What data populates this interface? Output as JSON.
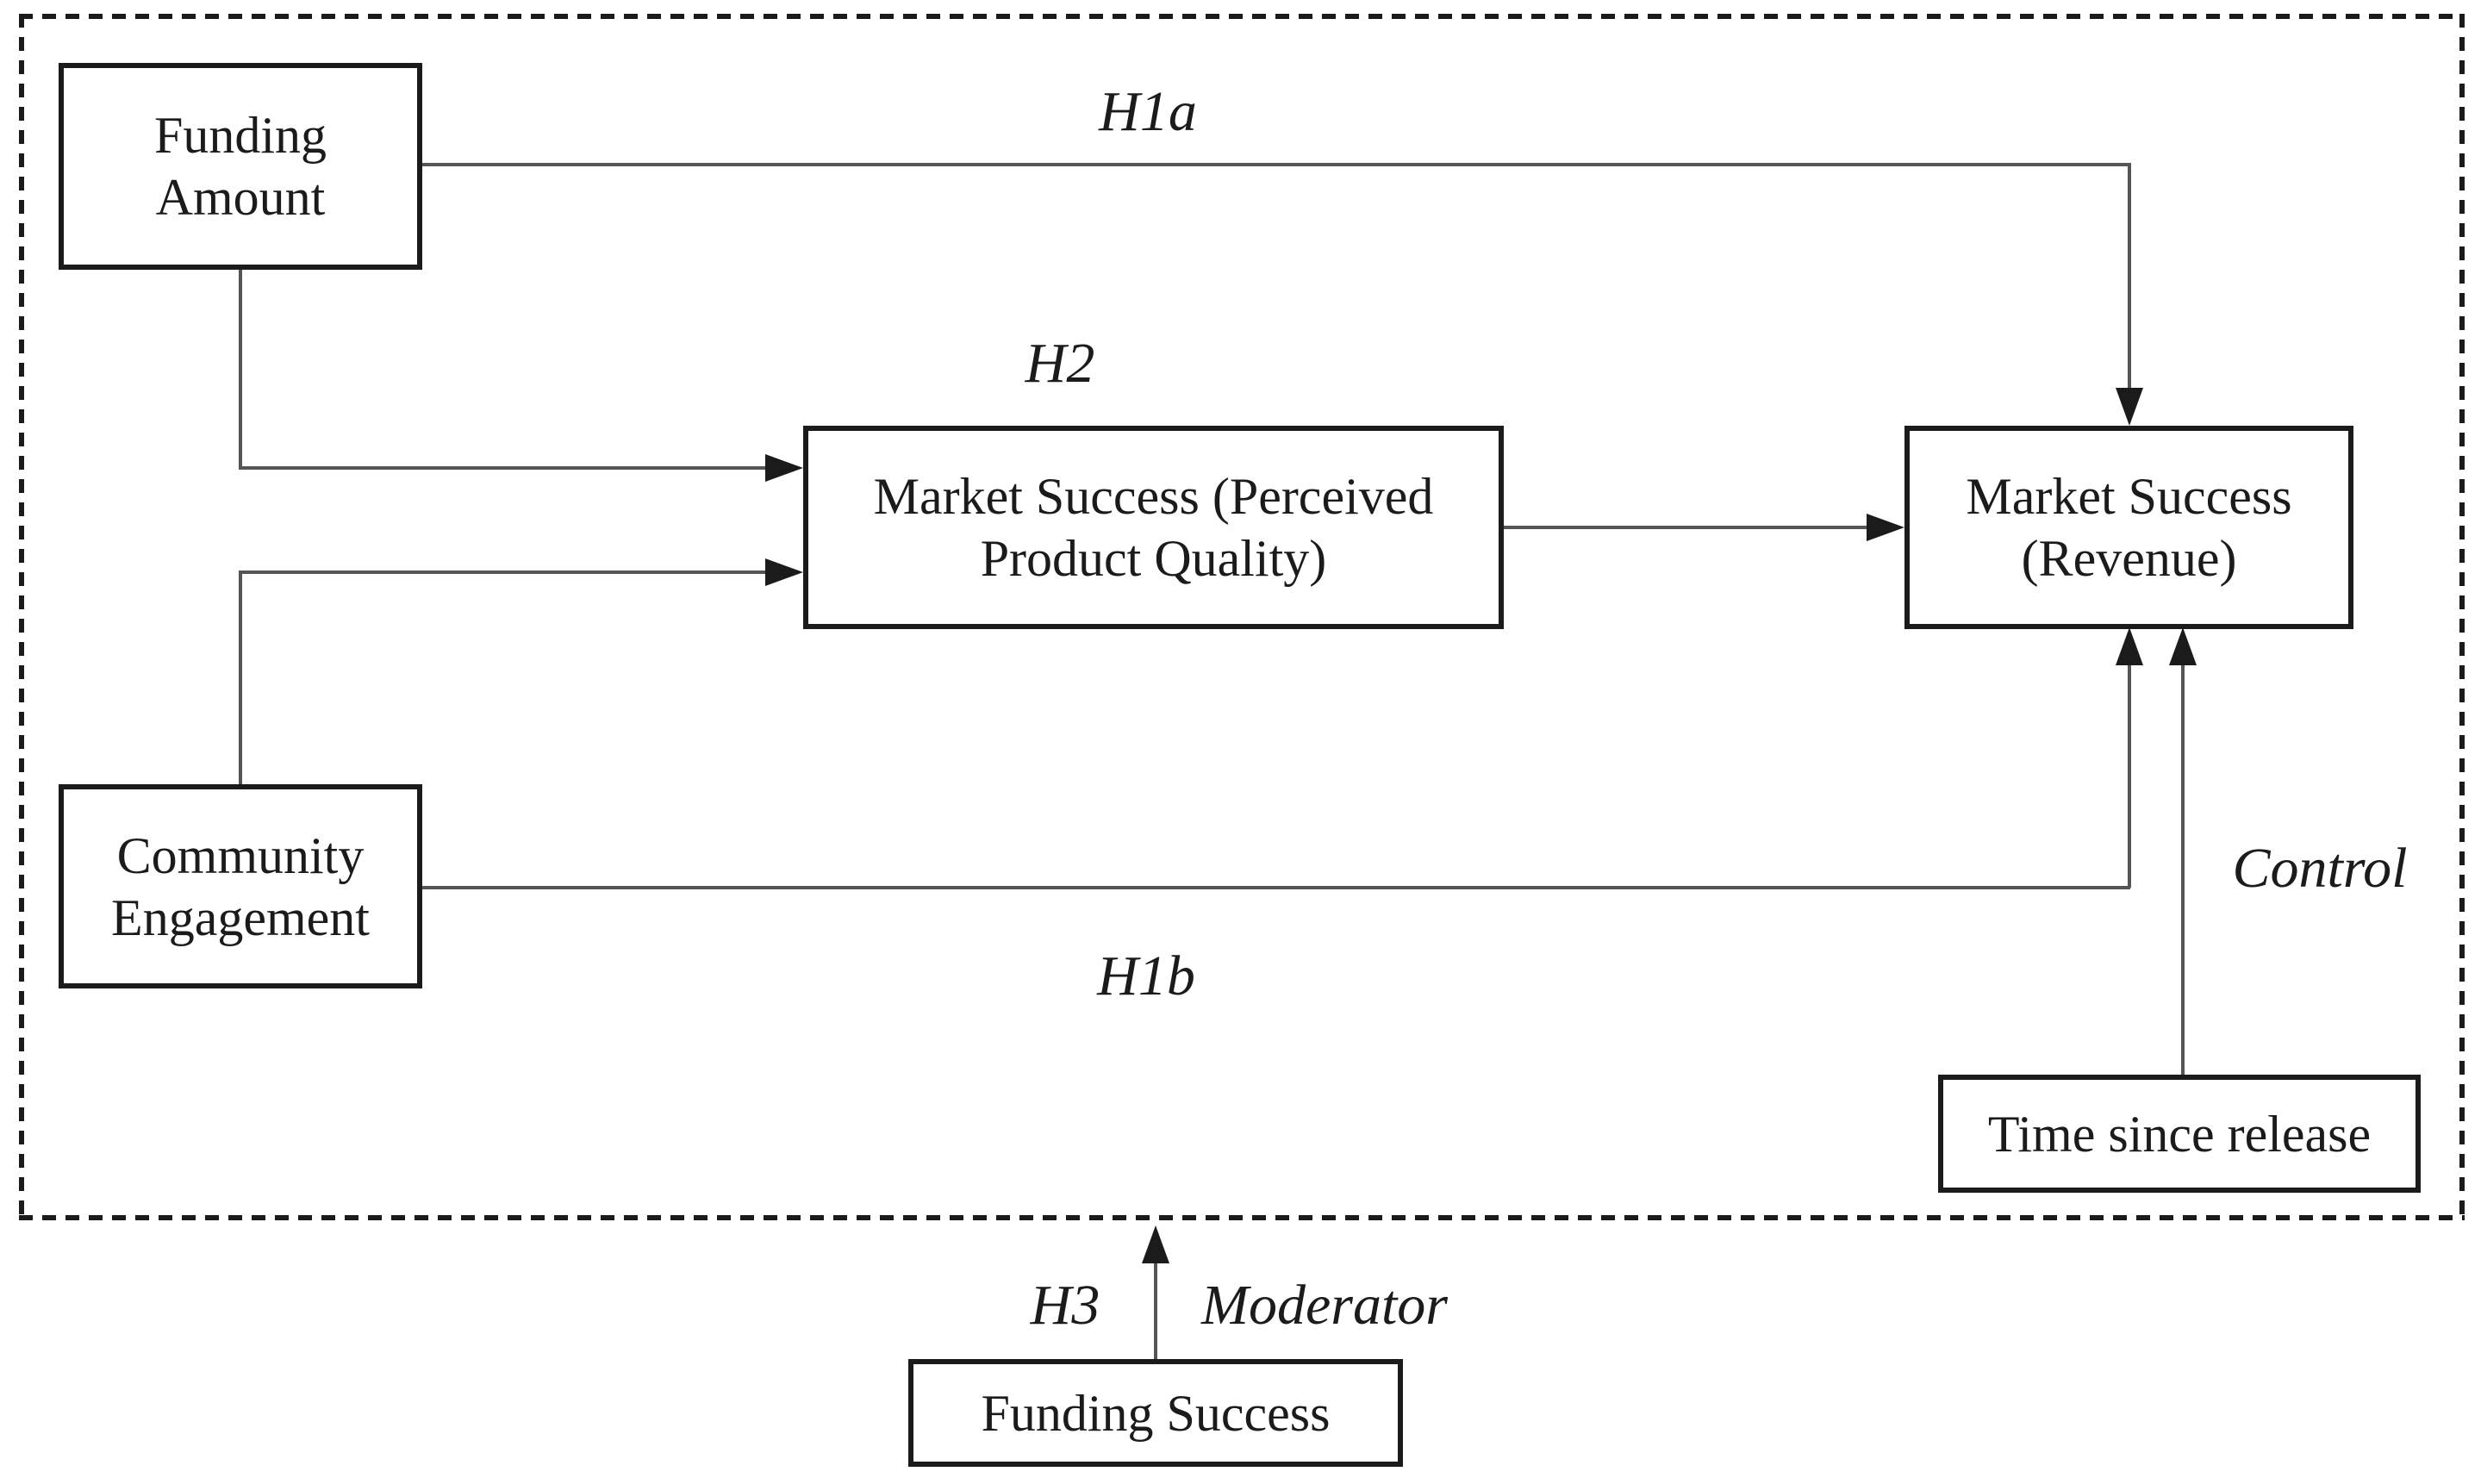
{
  "theme": {
    "background": "#ffffff",
    "ink": "#1b1b1b",
    "line": "#555555",
    "box_fill": "#ffffff"
  },
  "boxes": {
    "funding_amount": {
      "lines": [
        "Funding",
        "Amount"
      ]
    },
    "community_engagement": {
      "lines": [
        "Community",
        "Engagement"
      ]
    },
    "perceived_quality": {
      "lines": [
        "Market Success (Perceived",
        "Product Quality)"
      ]
    },
    "revenue": {
      "lines": [
        "Market Success",
        "(Revenue)"
      ]
    },
    "time_since_release": {
      "lines": [
        "Time since release"
      ]
    },
    "funding_success": {
      "lines": [
        "Funding Success"
      ]
    }
  },
  "labels": {
    "h1a": "H1a",
    "h2": "H2",
    "h1b": "H1b",
    "h3": "H3",
    "moderator": "Moderator",
    "control": "Control"
  }
}
